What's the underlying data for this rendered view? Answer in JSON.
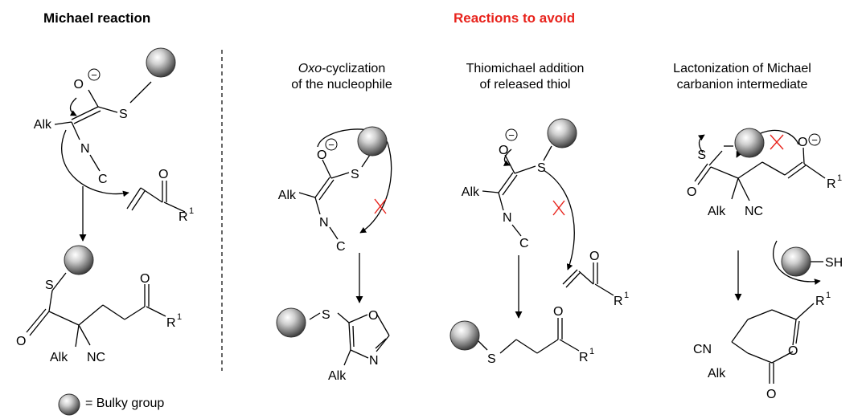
{
  "headers": {
    "michael": "Michael reaction",
    "avoid": "Reactions to avoid"
  },
  "captions": {
    "oxo_line1_italic": "Oxo",
    "oxo_line1_rest": "-cyclization",
    "oxo_line2": "of the nucleophile",
    "thio_line1": "Thiomichael addition",
    "thio_line2": "of released thiol",
    "lact_line1": "Lactonization of Michael",
    "lact_line2": "carbanion intermediate"
  },
  "atoms": {
    "alk": "Alk",
    "o": "O",
    "s": "S",
    "n": "N",
    "c": "C",
    "nc": "NC",
    "cn": "CN",
    "r": "R",
    "sup1": "1",
    "sh": "SH",
    "minus": "−"
  },
  "legend": {
    "text": "= Bulky group"
  },
  "colors": {
    "avoid_header": "#e8231c",
    "forbidden_cross": "#e8231c"
  }
}
